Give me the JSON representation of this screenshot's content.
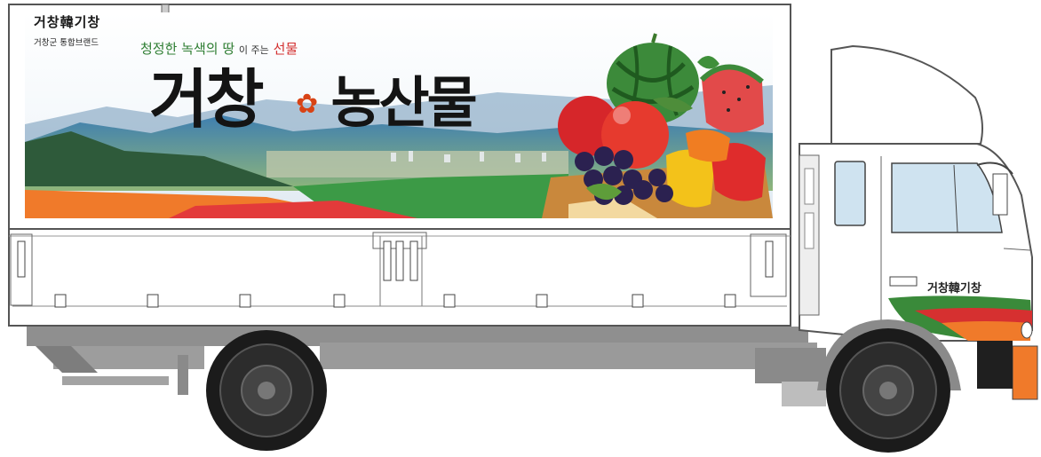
{
  "brand": {
    "logo_text": "거창韓기창",
    "subtitle": "거창군 통합브랜드"
  },
  "banner": {
    "slogan_green": "청정한 녹색의 땅",
    "slogan_small": "이 주는",
    "slogan_red": "선물",
    "title_part1": "거창",
    "title_part2": "농산물"
  },
  "cab": {
    "logo_text": "거창韓기창"
  },
  "colors": {
    "truck_body": "#ffffff",
    "chassis": "#8a8a8a",
    "accent_orange": "#f07030",
    "accent_green": "#3a8a3a",
    "accent_red": "#d63030"
  }
}
